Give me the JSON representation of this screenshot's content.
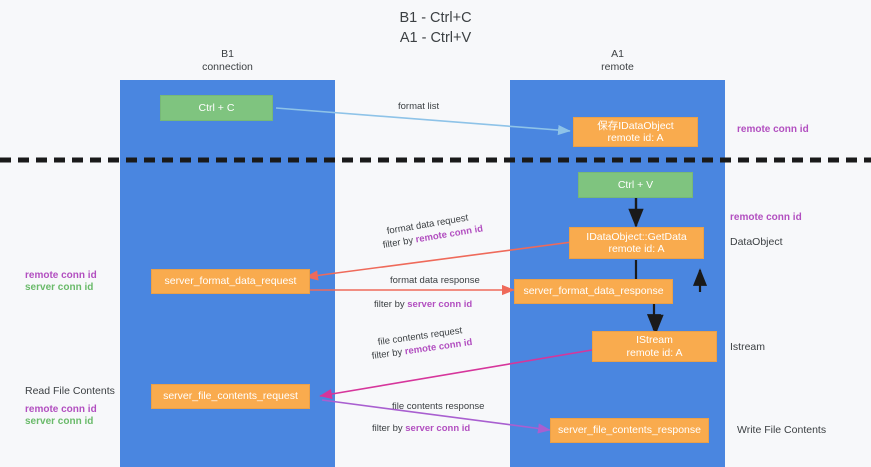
{
  "title": "B1 - Ctrl+C\nA1 - Ctrl+V",
  "lanes": [
    {
      "id": "b1",
      "label": "B1\nconnection"
    },
    {
      "id": "a1",
      "label": "A1\nremote"
    }
  ],
  "nodes": [
    {
      "name": "ctrl-c",
      "label": "Ctrl + C",
      "color": "green"
    },
    {
      "name": "save-idataobject",
      "label": "保存IDataObject\nremote id: A",
      "color": "orange"
    },
    {
      "name": "ctrl-v",
      "label": "Ctrl + V",
      "color": "green"
    },
    {
      "name": "idataobject-getdata",
      "label": "IDataObject::GetData\nremote id: A",
      "color": "orange"
    },
    {
      "name": "server-format-data-request",
      "label": "server_format_data_request",
      "color": "orange"
    },
    {
      "name": "server-format-data-response",
      "label": "server_format_data_response",
      "color": "orange"
    },
    {
      "name": "istream",
      "label": "IStream\nremote id: A",
      "color": "orange"
    },
    {
      "name": "server-file-contents-request",
      "label": "server_file_contents_request",
      "color": "orange"
    },
    {
      "name": "server-file-contents-response",
      "label": "server_file_contents_response",
      "color": "orange"
    }
  ],
  "edges": {
    "format_list": "format list",
    "format_data_request": "format data request",
    "format_data_request_filter_prefix": "filter by ",
    "format_data_request_filter_key": "remote conn id",
    "format_data_response": "format data response",
    "format_data_response_filter_prefix": "filter by ",
    "format_data_response_filter_key": "server conn id",
    "file_contents_request": "file contents request",
    "file_contents_request_filter_prefix": "filter by ",
    "file_contents_request_filter_key": "remote conn id",
    "file_contents_response": "file contents response",
    "file_contents_response_filter_prefix": "filter by ",
    "file_contents_response_filter_key": "server conn id"
  },
  "annotations": {
    "right_remote_conn_id_top": "remote conn id",
    "right_remote_conn_id_mid": "remote conn id",
    "right_dataobject": "DataObject",
    "right_istream": "Istream",
    "right_write_file_contents": "Write File Contents",
    "left_keys_mid_remote": "remote conn id",
    "left_keys_mid_server": "server conn id",
    "left_read_file_contents": "Read File Contents",
    "left_keys_bottom_remote": "remote conn id",
    "left_keys_bottom_server": "server conn id"
  },
  "colors": {
    "lane": "#4a86e0",
    "node_green": "#7fc47f",
    "node_orange": "#f9ab4e",
    "key_purple": "#b24fc0",
    "key_green": "#6aba6a",
    "arrow_blue": "#8ec3e8",
    "arrow_red": "#ef6a5a",
    "arrow_pink": "#d6369b",
    "arrow_violet": "#a95fd0",
    "arrow_black": "#1a1a1a",
    "divider": "#1a1a1a"
  }
}
